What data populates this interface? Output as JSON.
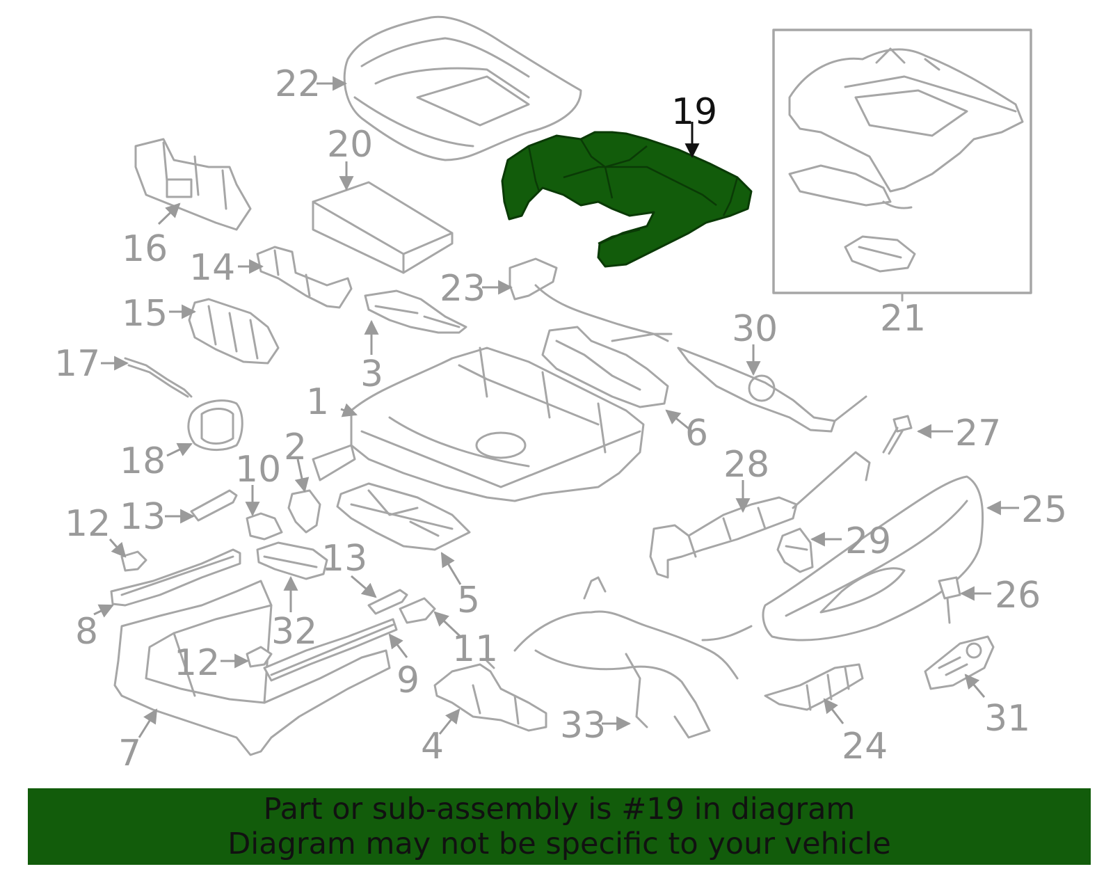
{
  "diagram": {
    "highlight_color": "#125c0b",
    "label_color": "#9a9a9a",
    "highlighted_part": "19",
    "labels": [
      "1",
      "2",
      "3",
      "4",
      "5",
      "6",
      "7",
      "8",
      "9",
      "10",
      "11",
      "12",
      "12",
      "13",
      "13",
      "14",
      "15",
      "16",
      "17",
      "18",
      "19",
      "20",
      "21",
      "22",
      "23",
      "24",
      "25",
      "26",
      "27",
      "28",
      "29",
      "30",
      "31",
      "32",
      "33"
    ]
  },
  "banner": {
    "background": "#125c0b",
    "line1": "Part or sub-assembly is #19 in diagram",
    "line2": "Diagram may not be specific to your vehicle"
  }
}
